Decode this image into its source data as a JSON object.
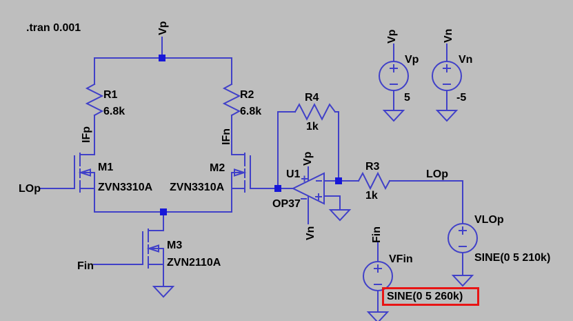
{
  "colors": {
    "background": "#bebebe",
    "wire": "#4040c8",
    "junction": "#1717d8",
    "text": "#000000",
    "highlight": "#e81414"
  },
  "directive": ".tran 0.001",
  "nets": {
    "rail_vp": "Vp",
    "ifp": "IFp",
    "ifn": "IFn",
    "lop_in": "LOp",
    "fin_in": "Fin",
    "lop_out": "LOp",
    "fin_src": "Fin",
    "u1_vplus": "Vp",
    "u1_vminus": "Vn"
  },
  "components": {
    "R1": {
      "name": "R1",
      "value": "6.8k"
    },
    "R2": {
      "name": "R2",
      "value": "6.8k"
    },
    "R3": {
      "name": "R3",
      "value": "1k"
    },
    "R4": {
      "name": "R4",
      "value": "1k"
    },
    "M1": {
      "name": "M1",
      "model": "ZVN3310A"
    },
    "M2": {
      "name": "M2",
      "model": "ZVN3310A"
    },
    "M3": {
      "name": "M3",
      "model": "ZVN2110A"
    },
    "U1": {
      "name": "U1",
      "model": "OP37"
    },
    "VP": {
      "name": "Vp",
      "value": "5"
    },
    "VN": {
      "name": "Vn",
      "value": "-5"
    },
    "VLOP": {
      "name": "VLOp",
      "value": "SINE(0 5 210k)"
    },
    "VFIN": {
      "name": "VFin",
      "value": "SINE(0 5 260k)"
    }
  }
}
